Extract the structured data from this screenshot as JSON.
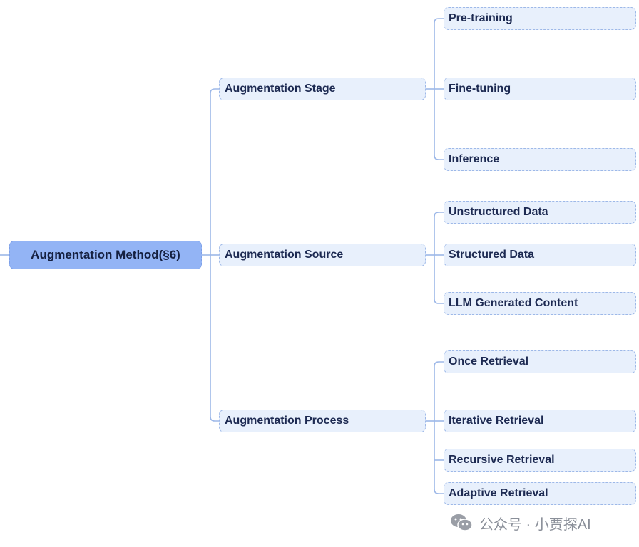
{
  "root": {
    "label": "Augmentation Method(§6)"
  },
  "branches": [
    {
      "label": "Augmentation Stage",
      "children": [
        "Pre-training",
        "Fine-tuning",
        "Inference"
      ]
    },
    {
      "label": "Augmentation Source",
      "children": [
        "Unstructured Data",
        "Structured Data",
        "LLM Generated Content"
      ]
    },
    {
      "label": "Augmentation Process",
      "children": [
        "Once Retrieval",
        "Iterative Retrieval",
        "Recursive Retrieval",
        "Adaptive Retrieval"
      ]
    }
  ],
  "watermark": {
    "text": "公众号 · 小贾探AI",
    "icon": "wechat-icon"
  },
  "colors": {
    "connector": "#9db8e8",
    "node_fill": "#e8f0fc",
    "root_fill": "#93b4f5",
    "text": "#1d2a52"
  }
}
